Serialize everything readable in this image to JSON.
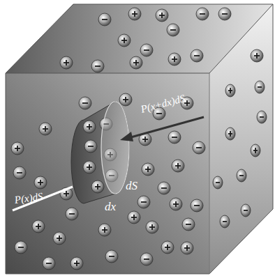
{
  "diagram": {
    "labels": [
      "P(x)dS",
      "P(x+dx)dS",
      "dS",
      "dx"
    ]
  }
}
